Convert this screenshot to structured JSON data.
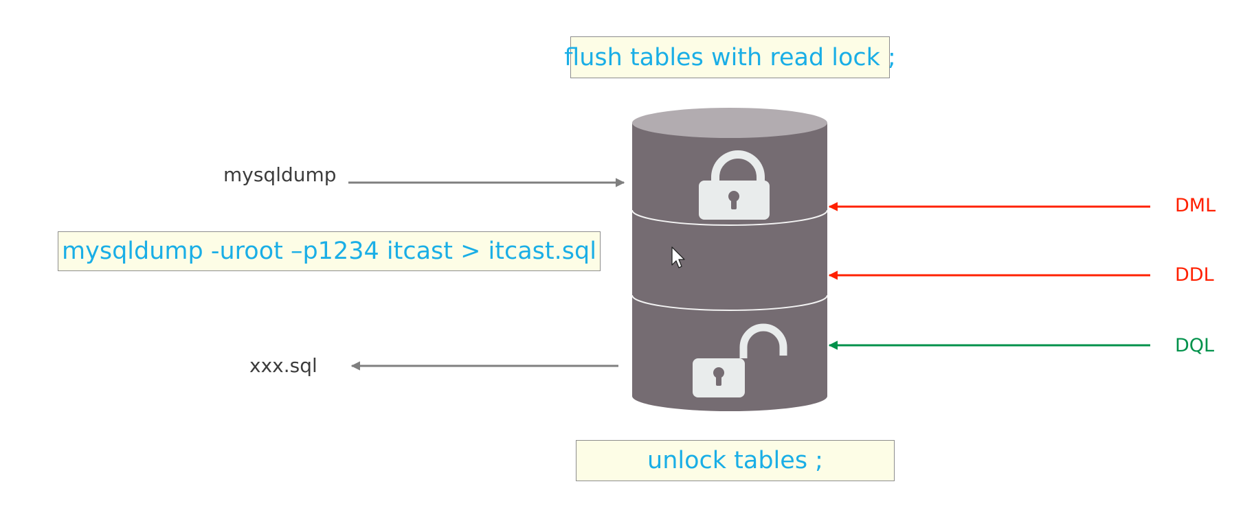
{
  "commands": {
    "flush": "flush tables with read lock ;",
    "dump": "mysqldump  -uroot –p1234  itcast > itcast.sql",
    "unlock": "unlock tables ;"
  },
  "labels": {
    "mysqldump": "mysqldump",
    "output_file": "xxx.sql"
  },
  "operations": [
    {
      "label": "DML",
      "color": "#ff2000"
    },
    {
      "label": "DDL",
      "color": "#ff2000"
    },
    {
      "label": "DQL",
      "color": "#00914a"
    }
  ],
  "colors": {
    "command_text": "#1aaee6",
    "command_box_bg": "#fdfde6",
    "cylinder_body": "#756c72",
    "cylinder_top": "#b2acb0",
    "lock_icon": "#e9ecec",
    "arrow_gray": "#7f7f7f"
  },
  "icons": [
    "database-cylinder-icon",
    "lock-closed-icon",
    "lock-open-icon",
    "mouse-cursor-icon"
  ]
}
